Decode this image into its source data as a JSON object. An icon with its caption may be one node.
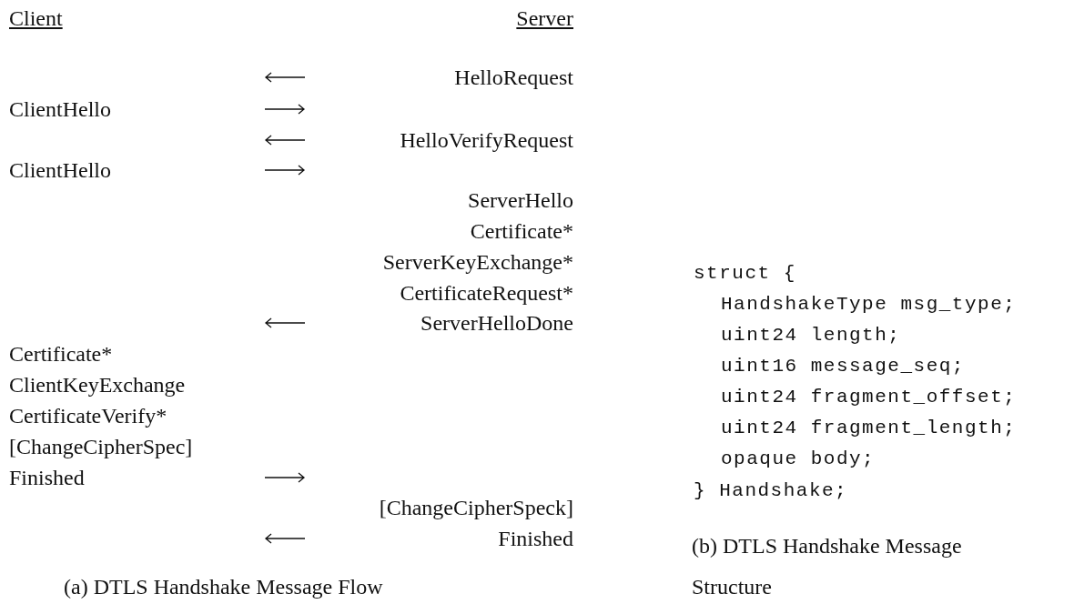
{
  "diagram": {
    "labels": [
      "Client",
      "Server",
      "HelloRequest",
      "ClientHello",
      "HelloVerifyRequest",
      "ClientHello",
      "ServerHello",
      "Certificate*",
      "ServerKeyExchange*",
      "CertificateRequest*",
      "ServerHelloDone",
      "Certificate*",
      "ClientKeyExchange",
      "CertificateVerify*",
      "[ChangeCipherSpec]",
      "Finished",
      "[ChangeCipherSpeck]",
      "Finished",
      "(a) DTLS Handshake Message Flow",
      "struct {",
      "HandshakeType msg_type;",
      "uint24 length;",
      "uint16 message_seq;",
      "uint24 fragment_offset;",
      "uint24 fragment_length;",
      "opaque body;",
      "} Handshake;",
      "(b) DTLS Handshake Message Structure"
    ]
  }
}
